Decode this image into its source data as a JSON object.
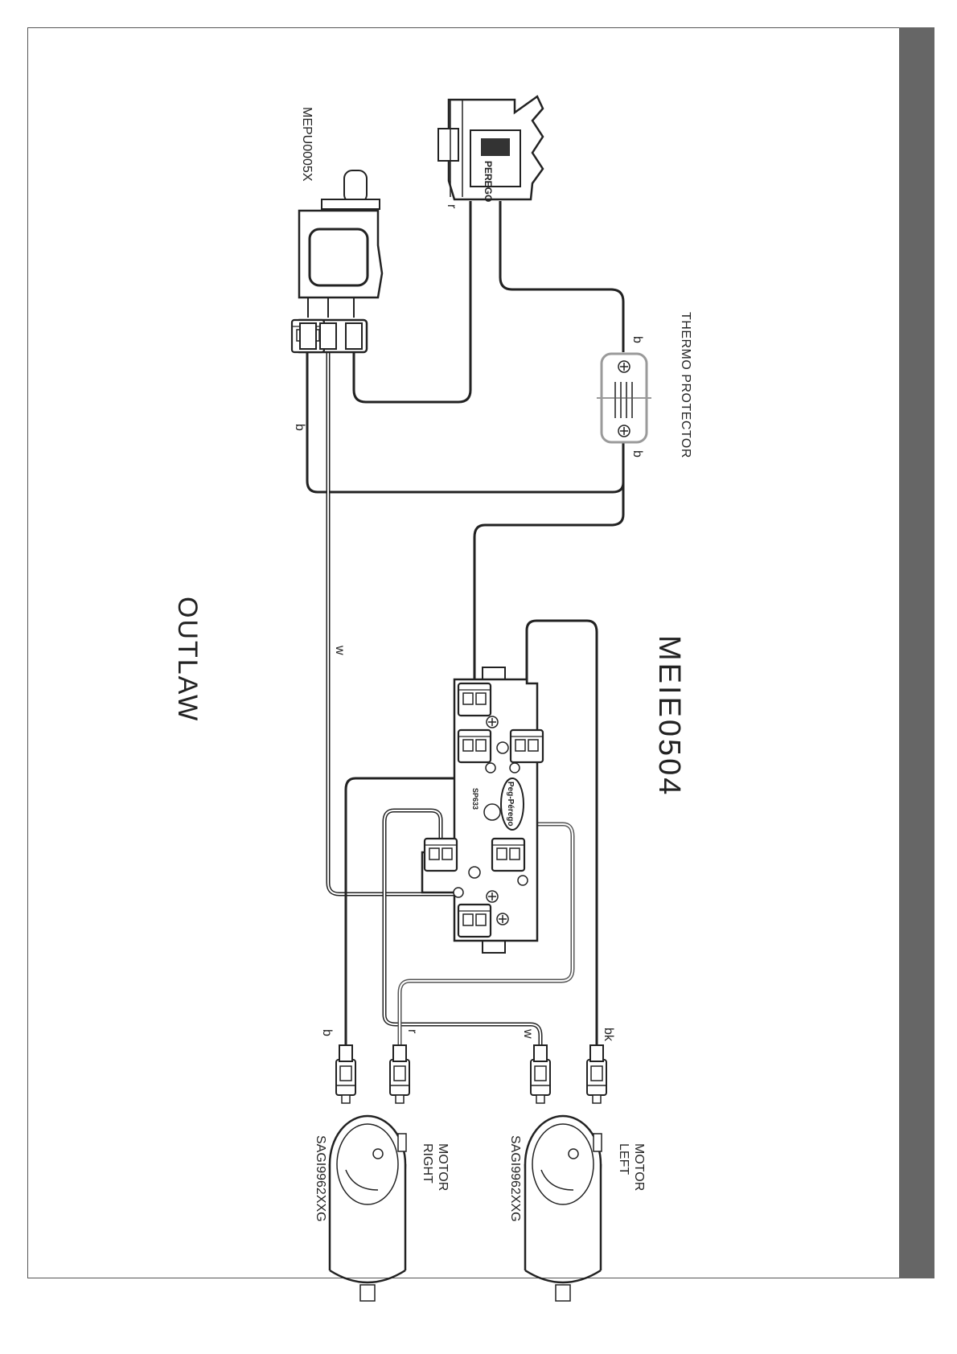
{
  "diagram": {
    "model_name": "OUTLAW",
    "part_number": "MEIE0504",
    "switch_label": "MEPU0005X",
    "thermo_label": "THERMO  PROTECTOR",
    "logo_text": "PEREGO",
    "board_brand": "Peg-Pérego",
    "board_code": "SP633",
    "motor_right": {
      "title_line1": "MOTOR",
      "title_line2": "RIGHT",
      "code": "SAGI9962XXG"
    },
    "motor_left": {
      "title_line1": "MOTOR",
      "title_line2": "LEFT",
      "code": "SAGI9962XXG"
    },
    "wire_labels": {
      "connector_r": "r",
      "thermo_b_top": "b",
      "thermo_b_bottom": "b",
      "switch_b": "b",
      "switch_w": "w",
      "motor_b": "b",
      "motor_r": "r",
      "motor_w": "w",
      "motor_bk": "bk"
    },
    "colors": {
      "frame": "#555555",
      "side_bar": "#666666",
      "wire": "#222222",
      "thermo": "#9a9a9a"
    }
  }
}
